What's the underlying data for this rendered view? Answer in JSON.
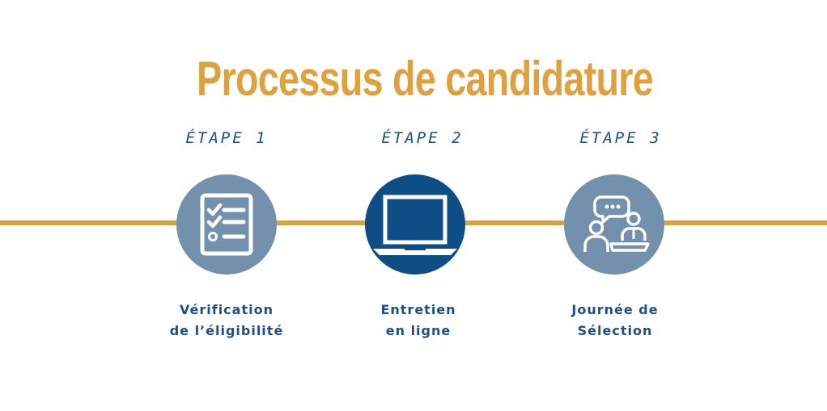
{
  "title": "Processus de candidature",
  "colors": {
    "title": "#e0a03e",
    "timeline": "#d9a23c",
    "text": "#1f4e85",
    "circle_muted": "#7390ad",
    "circle_active": "#0f4d87"
  },
  "steps": [
    {
      "label": "ÉTAPE 1",
      "icon": "checklist-icon",
      "caption_line1": "Vérification",
      "caption_line2": "de l’éligibilité"
    },
    {
      "label": "ÉTAPE 2",
      "icon": "laptop-icon",
      "caption_line1": "Entretien",
      "caption_line2": "en ligne"
    },
    {
      "label": "ÉTAPE 3",
      "icon": "meeting-icon",
      "caption_line1": "Journée de",
      "caption_line2": "Sélection"
    }
  ]
}
